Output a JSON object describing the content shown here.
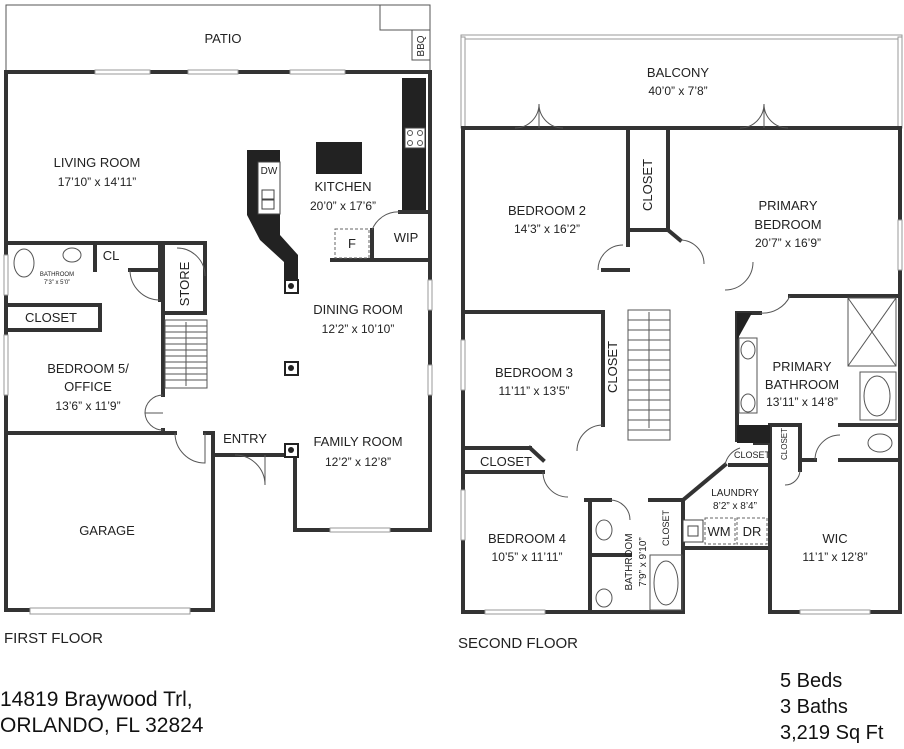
{
  "first_floor": {
    "label": "FIRST FLOOR",
    "rooms": {
      "patio": {
        "name": "PATIO"
      },
      "bbq": {
        "name": "BBQ"
      },
      "living": {
        "name": "LIVING ROOM",
        "dim": "17’10” x 14’11”"
      },
      "kitchen": {
        "name": "KITCHEN",
        "dim": "20’0” x 17’6”"
      },
      "dw": {
        "name": "DW"
      },
      "f": {
        "name": "F"
      },
      "wip": {
        "name": "WIP"
      },
      "bath": {
        "name": "BATHROOM",
        "dim": "7’3” x 5’0”"
      },
      "cl": {
        "name": "CL"
      },
      "store": {
        "name": "STORE"
      },
      "closet": {
        "name": "CLOSET"
      },
      "dining": {
        "name": "DINING ROOM",
        "dim": "12’2” x 10’10”"
      },
      "bedroom5": {
        "name1": "BEDROOM 5/",
        "name2": "OFFICE",
        "dim": "13’6” x 11’9”"
      },
      "entry": {
        "name": "ENTRY"
      },
      "family": {
        "name": "FAMILY ROOM",
        "dim": "12’2” x 12’8”"
      },
      "garage": {
        "name": "GARAGE"
      }
    }
  },
  "second_floor": {
    "label": "SECOND FLOOR",
    "rooms": {
      "balcony": {
        "name": "BALCONY",
        "dim": "40’0” x 7’8”"
      },
      "bedroom2": {
        "name": "BEDROOM 2",
        "dim": "14’3” x 16’2”"
      },
      "closet_b2": {
        "name": "CLOSET"
      },
      "primary_bed": {
        "name1": "PRIMARY",
        "name2": "BEDROOM",
        "dim": "20’7” x 16’9”"
      },
      "bedroom3": {
        "name": "BEDROOM 3",
        "dim": "11’11” x 13’5”"
      },
      "closet_b3": {
        "name": "CLOSET"
      },
      "primary_bath": {
        "name1": "PRIMARY",
        "name2": "BATHROOM",
        "dim": "13’11” x 14’8”"
      },
      "closet_hall": {
        "name": "CLOSET"
      },
      "closet_a": {
        "name": "CLOSET"
      },
      "closet_b": {
        "name": "CLOSET"
      },
      "laundry": {
        "name": "LAUNDRY",
        "dim": "8’2” x 8’4”"
      },
      "wm": {
        "name": "WM"
      },
      "dr": {
        "name": "DR"
      },
      "bedroom4": {
        "name": "BEDROOM 4",
        "dim": "10’5” x 11’11”"
      },
      "bathroom": {
        "name": "BATHROOM",
        "dim": "7’9” x 9’10”"
      },
      "closet_bath": {
        "name": "CLOSET"
      },
      "wic": {
        "name": "WIC",
        "dim": "11’1” x 12’8”"
      }
    }
  },
  "address": {
    "line1": "14819 Braywood Trl,",
    "line2": "ORLANDO, FL 32824"
  },
  "summary": {
    "beds": "5 Beds",
    "baths": "3 Baths",
    "sqft": "3,219 Sq Ft"
  }
}
